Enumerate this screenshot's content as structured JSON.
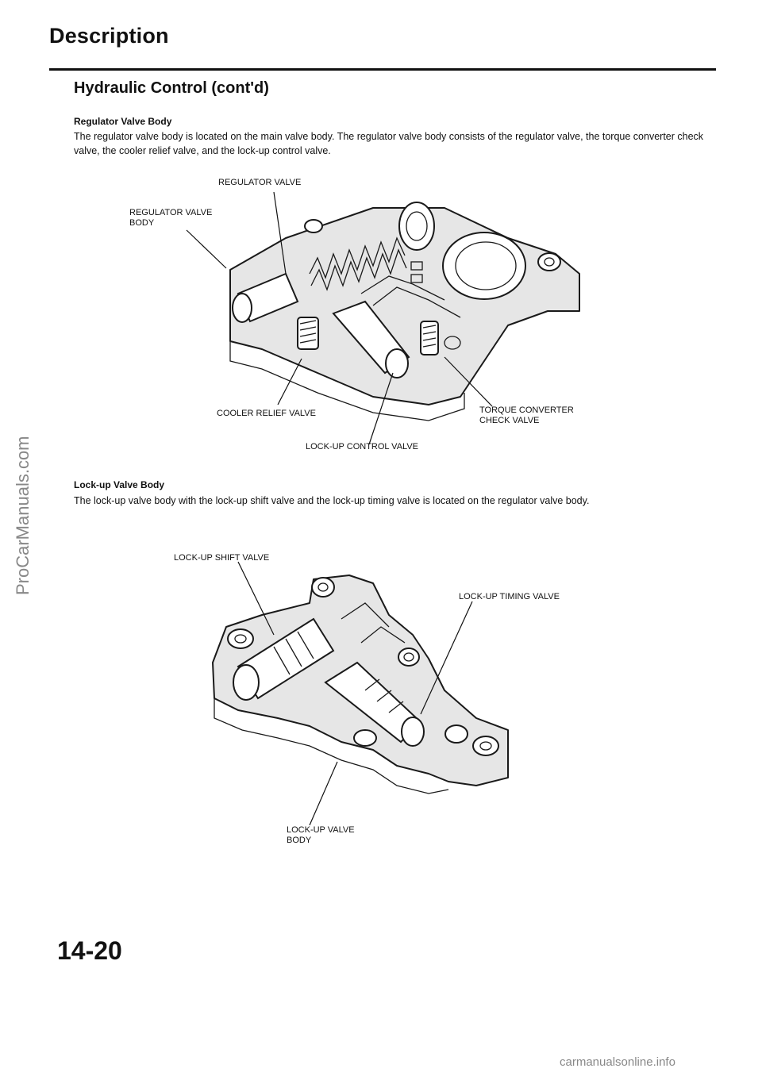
{
  "page": {
    "title": "Description",
    "subtitle": "Hydraulic Control (cont'd)",
    "page_number": "14-20"
  },
  "sections": {
    "regulator": {
      "heading": "Regulator Valve Body",
      "text": "The regulator valve body is located on the main valve body. The regulator valve body consists of the regulator valve, the torque converter check valve, the cooler relief valve, and the lock-up control valve."
    },
    "lockup": {
      "heading": "Lock-up Valve Body",
      "text": "The lock-up valve body with the lock-up shift valve and the lock-up timing valve is located on the regulator valve body."
    }
  },
  "diagram1": {
    "labels": {
      "regulator_valve": "REGULATOR VALVE",
      "regulator_valve_body": "REGULATOR VALVE\nBODY",
      "cooler_relief_valve": "COOLER RELIEF VALVE",
      "torque_converter_check_valve": "TORQUE CONVERTER\nCHECK VALVE",
      "lockup_control_valve": "LOCK-UP CONTROL VALVE"
    }
  },
  "diagram2": {
    "labels": {
      "lockup_shift_valve": "LOCK-UP SHIFT VALVE",
      "lockup_timing_valve": "LOCK-UP TIMING VALVE",
      "lockup_valve_body": "LOCK-UP VALVE\nBODY"
    }
  },
  "watermarks": {
    "side": "ProCarManuals.com",
    "bottom": "carmanualsonline.info"
  }
}
